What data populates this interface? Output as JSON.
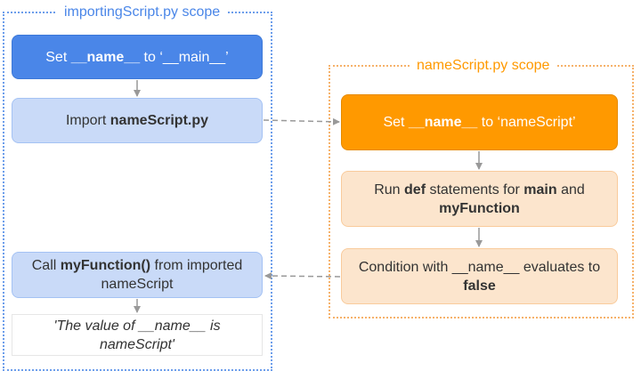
{
  "scopes": {
    "importing": {
      "title": "importingScript.py scope"
    },
    "name": {
      "title": "nameScript.py scope"
    }
  },
  "left_flow": {
    "set_name": {
      "pre": "Set ",
      "bold": "__name__",
      "post": " to ‘__main__’"
    },
    "import": {
      "pre": "Import ",
      "bold": "nameScript.py"
    },
    "call": {
      "pre": "Call ",
      "bold": "myFunction()",
      "post": " from imported nameScript"
    },
    "output": {
      "text": "'The value of __name__ is nameScript'"
    }
  },
  "right_flow": {
    "set_name": {
      "pre": "Set ",
      "bold": "__name__",
      "post": " to ‘nameScript’"
    },
    "run_def": {
      "pre": "Run ",
      "bold1": "def",
      "mid": " statements for ",
      "bold2": "main",
      "mid2": " and ",
      "bold3": "myFunction"
    },
    "condition": {
      "pre": "Condition with __name__ evaluates to ",
      "bold": "false"
    }
  },
  "colors": {
    "blue_strong": "#4a86e8",
    "blue_light": "#c9daf8",
    "orange_strong": "#ff9900",
    "orange_light": "#fce5cd",
    "connector": "#999999"
  }
}
